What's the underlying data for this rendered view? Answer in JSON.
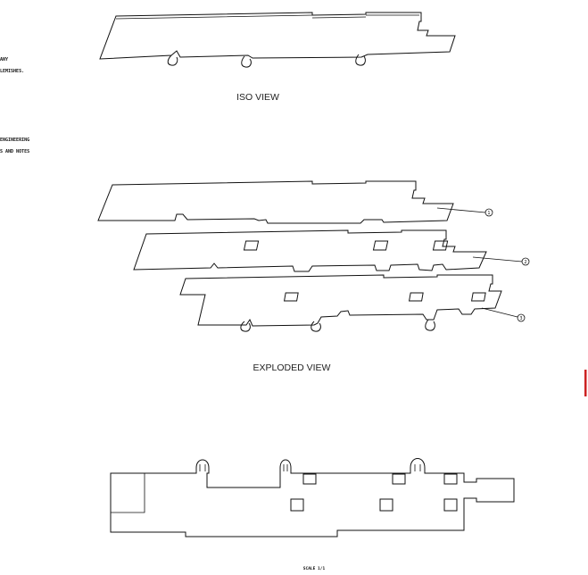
{
  "notes": {
    "line1": "ANY",
    "line2": "LEMISHES.",
    "line3": "ENGINEERING",
    "line4": "S AND NOTES"
  },
  "views": {
    "iso_label": "ISO VIEW",
    "exploded_label": "EXPLODED VIEW",
    "scale_label": "SCALE 1/1"
  },
  "balloons": [
    "1",
    "2",
    "3"
  ],
  "colors": {
    "line": "#111111",
    "accent_mark": "#cc2222"
  }
}
